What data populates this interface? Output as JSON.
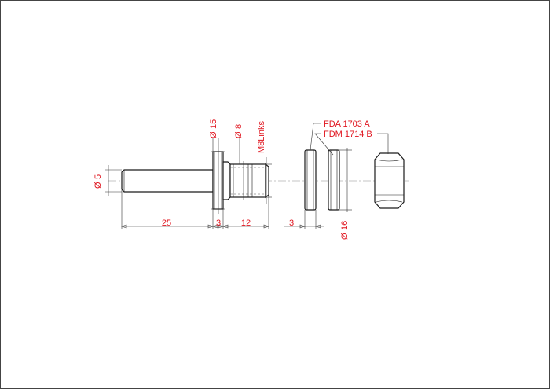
{
  "colors": {
    "annotation": "#e0141e",
    "line": "#1a1a1a",
    "centerline": "#8a8a8a",
    "border": "#444444"
  },
  "dimensions": {
    "dia_5": "5",
    "dia_15": "15",
    "dia_8": "8",
    "thread": "M8Links",
    "dia_16": "16",
    "len_25": "25",
    "len_3a": "3",
    "len_12": "12",
    "len_3b": "3"
  },
  "symbols": {
    "diameter": "Ø"
  },
  "callouts": {
    "part_a": "FDA 1703 A",
    "part_b": "FDM 1714 B"
  }
}
